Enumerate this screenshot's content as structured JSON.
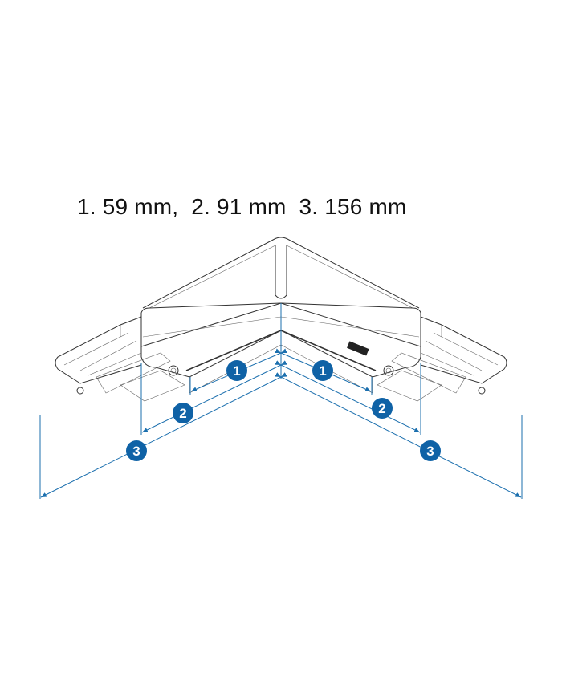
{
  "title": "1. 59 mm,  2. 91 mm  3. 156 mm",
  "dimensions": [
    {
      "label": "1",
      "value_mm": 59
    },
    {
      "label": "2",
      "value_mm": 91
    },
    {
      "label": "3",
      "value_mm": 156
    }
  ],
  "colors": {
    "dimension": "#1b6fae",
    "badge": "#0f62a6",
    "outline": "#333333"
  }
}
